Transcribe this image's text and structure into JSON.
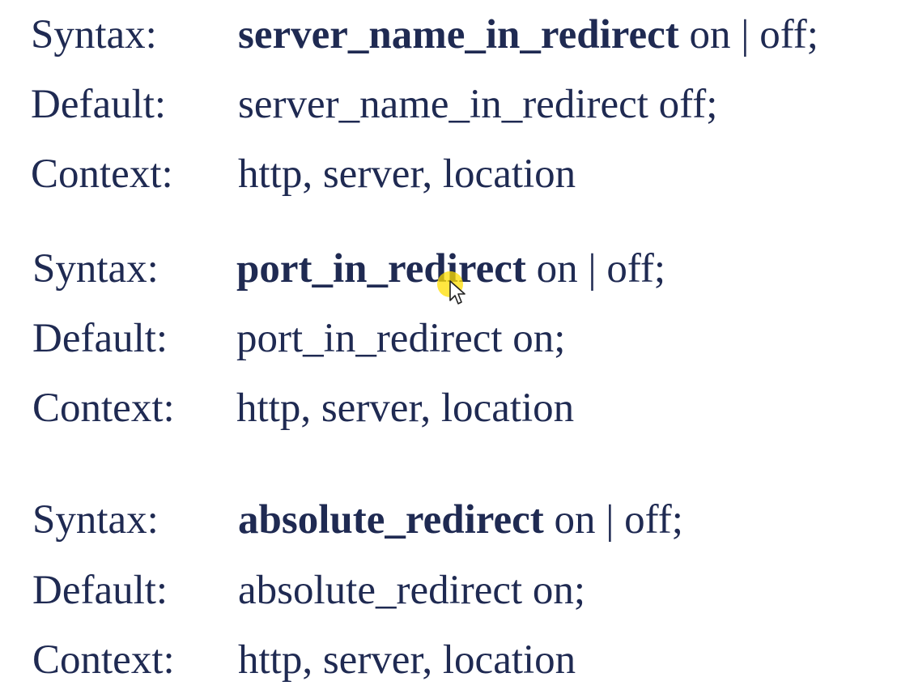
{
  "directives": [
    {
      "syntax_label": "Syntax:",
      "syntax_name": "server_name_in_redirect",
      "syntax_args": "on | off;",
      "default_label": "Default:",
      "default_value": "server_name_in_redirect off;",
      "context_label": "Context:",
      "context_value": "http, server, location"
    },
    {
      "syntax_label": "Syntax:",
      "syntax_name": "port_in_redirect",
      "syntax_args": "on | off;",
      "default_label": "Default:",
      "default_value": "port_in_redirect on;",
      "context_label": "Context:",
      "context_value": "http, server, location"
    },
    {
      "syntax_label": "Syntax:",
      "syntax_name": "absolute_redirect",
      "syntax_args": "on | off;",
      "default_label": "Default:",
      "default_value": "absolute_redirect on;",
      "context_label": "Context:",
      "context_value": "http, server, location"
    }
  ],
  "colors": {
    "text": "#1f2a52",
    "cursor_highlight": "#ffde00"
  },
  "icons": {
    "cursor": "mouse-pointer-icon"
  }
}
